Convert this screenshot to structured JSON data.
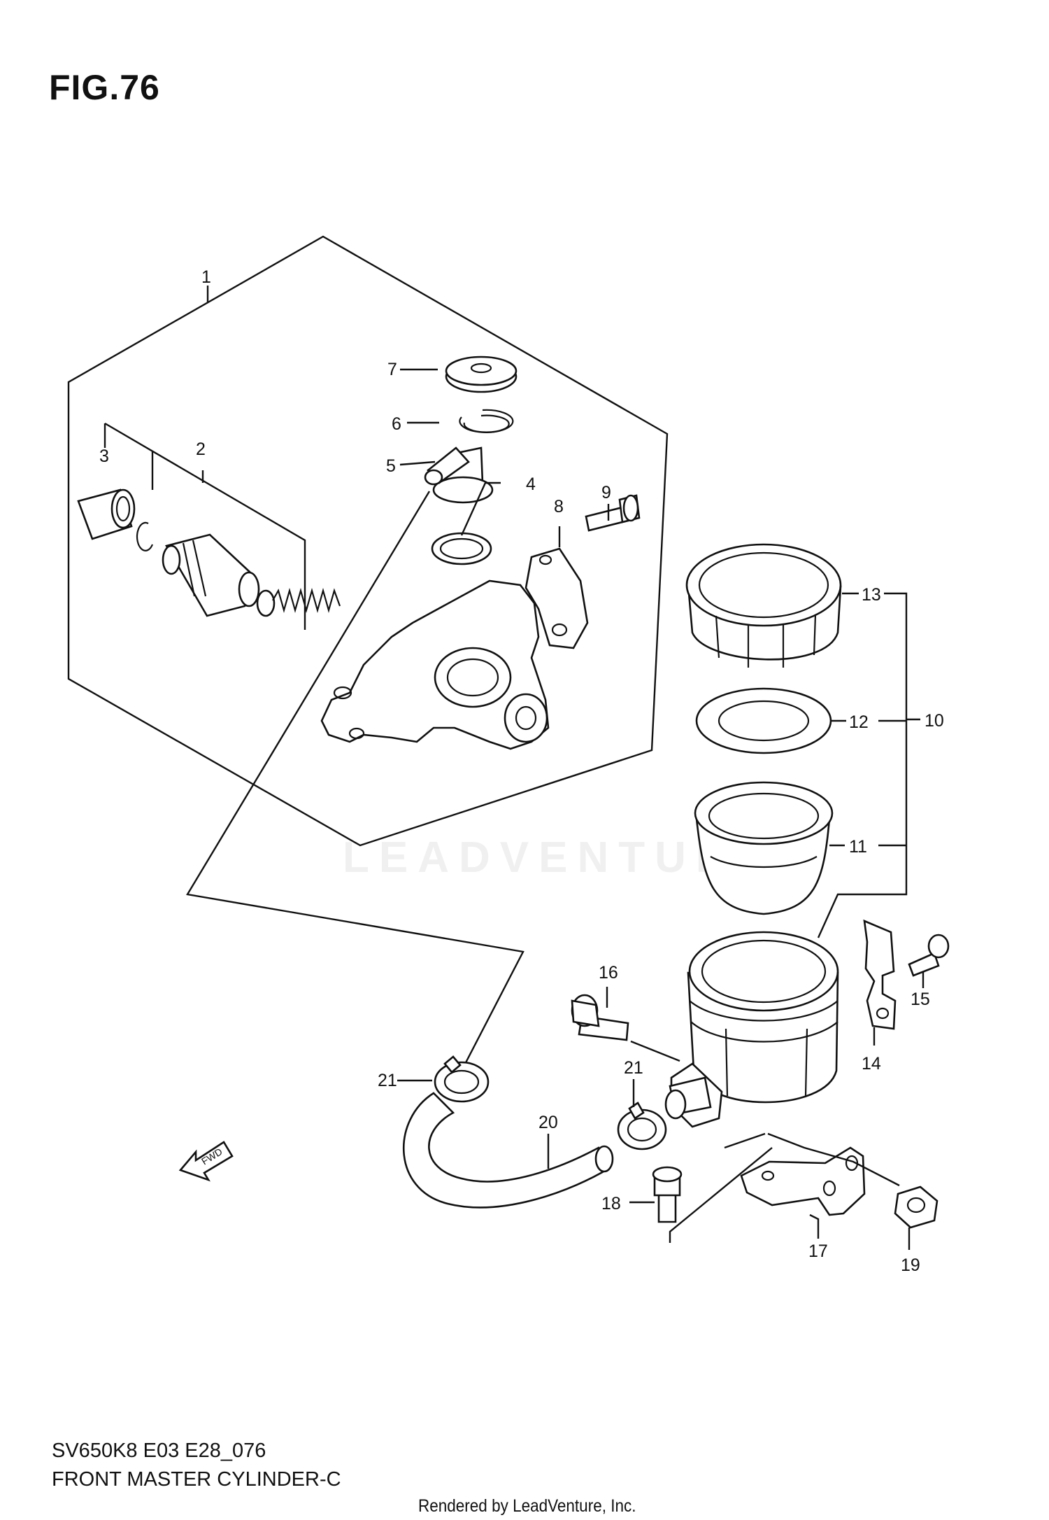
{
  "figure": {
    "title": "FIG.76",
    "model_code": "SV650K8 E03 E28_076",
    "caption": "FRONT MASTER CYLINDER-C",
    "credit": "Rendered by LeadVenture, Inc.",
    "watermark": "LEADVENTURE"
  },
  "fwd_label": "FWD",
  "callouts": {
    "c1": "1",
    "c2": "2",
    "c3": "3",
    "c4": "4",
    "c5": "5",
    "c6": "6",
    "c7": "7",
    "c8": "8",
    "c9": "9",
    "c10": "10",
    "c11": "11",
    "c12": "12",
    "c13": "13",
    "c14": "14",
    "c15": "15",
    "c16": "16",
    "c17": "17",
    "c18": "18",
    "c19": "19",
    "c20": "20",
    "c21a": "21",
    "c21b": "21"
  }
}
